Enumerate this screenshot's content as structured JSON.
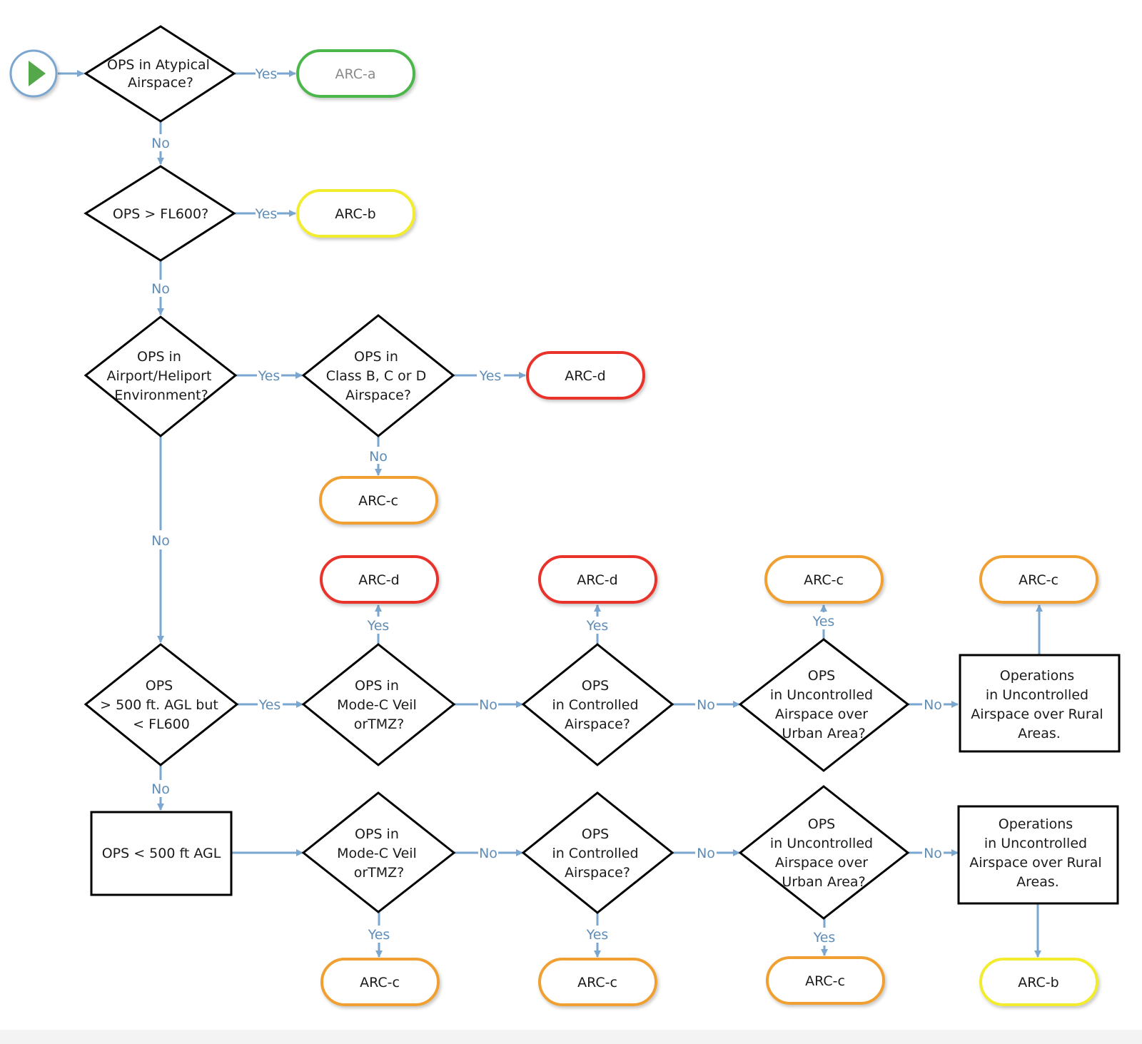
{
  "colors": {
    "connector": "#7aa6cf",
    "edge_label": "#5f8db6",
    "arc_a": "#4cb648",
    "arc_b": "#f2ec2e",
    "arc_c": "#f0a030",
    "arc_d": "#e8322c",
    "shape_border": "#000000",
    "start_fill": "#55a84a"
  },
  "labels": {
    "yes": "Yes",
    "no": "No"
  },
  "nodes": {
    "start": {
      "icon": "play-icon"
    },
    "d_atypical": {
      "lines": [
        "OPS in Atypical",
        "Airspace?"
      ]
    },
    "t_arc_a": {
      "text": "ARC-a"
    },
    "d_fl600": {
      "lines": [
        "OPS > FL600?"
      ]
    },
    "t_arc_b_top": {
      "text": "ARC-b"
    },
    "d_airport": {
      "lines": [
        "OPS in",
        "Airport/Heliport",
        "Environment?"
      ]
    },
    "d_class": {
      "lines": [
        "OPS in",
        "Class B, C or D",
        "Airspace?"
      ]
    },
    "t_arc_d_1": {
      "text": "ARC-d"
    },
    "t_arc_c_1": {
      "text": "ARC-c"
    },
    "d_500agl": {
      "lines": [
        "OPS",
        "> 500 ft. AGL but",
        "< FL600"
      ]
    },
    "d_modec_1": {
      "lines": [
        "OPS in",
        "Mode-C Veil",
        "orTMZ?"
      ]
    },
    "d_ctrl_1": {
      "lines": [
        "OPS",
        "in Controlled",
        "Airspace?"
      ]
    },
    "d_urban_1": {
      "lines": [
        "OPS",
        "in Uncontrolled",
        "Airspace over",
        "Urban Area?"
      ]
    },
    "r_rural_1": {
      "lines": [
        "Operations",
        "in Uncontrolled",
        "Airspace over Rural",
        "Areas."
      ]
    },
    "t_arc_d_2": {
      "text": "ARC-d"
    },
    "t_arc_d_3": {
      "text": "ARC-d"
    },
    "t_arc_c_2": {
      "text": "ARC-c"
    },
    "t_arc_c_3": {
      "text": "ARC-c"
    },
    "r_below500": {
      "lines": [
        "OPS < 500 ft AGL"
      ]
    },
    "d_modec_2": {
      "lines": [
        "OPS in",
        "Mode-C Veil",
        "orTMZ?"
      ]
    },
    "d_ctrl_2": {
      "lines": [
        "OPS",
        "in Controlled",
        "Airspace?"
      ]
    },
    "d_urban_2": {
      "lines": [
        "OPS",
        "in Uncontrolled",
        "Airspace over",
        "Urban Area?"
      ]
    },
    "r_rural_2": {
      "lines": [
        "Operations",
        "in Uncontrolled",
        "Airspace over Rural",
        "Areas."
      ]
    },
    "t_arc_c_4": {
      "text": "ARC-c"
    },
    "t_arc_c_5": {
      "text": "ARC-c"
    },
    "t_arc_c_6": {
      "text": "ARC-c"
    },
    "t_arc_b_bottom": {
      "text": "ARC-b"
    }
  }
}
